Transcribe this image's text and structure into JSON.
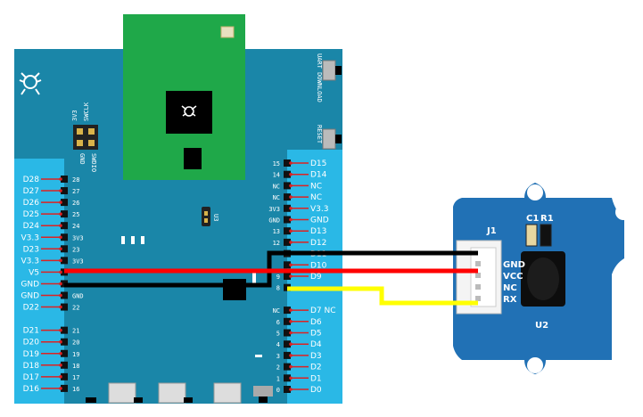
{
  "board": {
    "left_pins": [
      {
        "label": "D28",
        "silk": "28"
      },
      {
        "label": "D27",
        "silk": "27"
      },
      {
        "label": "D26",
        "silk": "26"
      },
      {
        "label": "D25",
        "silk": "25"
      },
      {
        "label": "D24",
        "silk": "24"
      },
      {
        "label": "V3.3",
        "silk": "3V3"
      },
      {
        "label": "D23",
        "silk": "23"
      },
      {
        "label": "V3.3",
        "silk": "3V3"
      },
      {
        "label": "V5",
        "silk": ""
      },
      {
        "label": "GND",
        "silk": ""
      },
      {
        "label": "GND",
        "silk": "GND"
      },
      {
        "label": "D22",
        "silk": "22"
      },
      {
        "label": "",
        "silk": ""
      },
      {
        "label": "D21",
        "silk": "21"
      },
      {
        "label": "D20",
        "silk": "20"
      },
      {
        "label": "D19",
        "silk": "19"
      },
      {
        "label": "D18",
        "silk": "18"
      },
      {
        "label": "D17",
        "silk": "17"
      },
      {
        "label": "D16",
        "silk": "16"
      }
    ],
    "right_pins": [
      {
        "label": "D15",
        "silk": "15"
      },
      {
        "label": "D14",
        "silk": "14"
      },
      {
        "label": "NC",
        "silk": "NC"
      },
      {
        "label": "NC",
        "silk": "NC"
      },
      {
        "label": "V3.3",
        "silk": "3V3"
      },
      {
        "label": "GND",
        "silk": "GND"
      },
      {
        "label": "D13",
        "silk": "13"
      },
      {
        "label": "D12",
        "silk": "12"
      },
      {
        "label": "D11",
        "silk": ""
      },
      {
        "label": "D10",
        "silk": ""
      },
      {
        "label": "D9",
        "silk": "9"
      },
      {
        "label": "",
        "silk": "8"
      },
      {
        "label": "",
        "silk": ""
      },
      {
        "label": "D7 NC",
        "silk": "NC"
      },
      {
        "label": "D6",
        "silk": "6"
      },
      {
        "label": "D5",
        "silk": "5"
      },
      {
        "label": "D4",
        "silk": "4"
      },
      {
        "label": "D3",
        "silk": "3"
      },
      {
        "label": "D2",
        "silk": "2"
      },
      {
        "label": "D1",
        "silk": "1"
      },
      {
        "label": "D0",
        "silk": "0"
      }
    ],
    "swd_top": [
      "3V3",
      "SWCLK"
    ],
    "swd_bottom": [
      "GND",
      "SWDIO"
    ],
    "uart_label": "UART DOWNLOAD",
    "reset_label": "RESET",
    "ic_label": "U3"
  },
  "module": {
    "pins": [
      "GND",
      "VCC",
      "NC",
      "RX"
    ],
    "connector_label": "J1",
    "cap_label": "C1",
    "res_label": "R1",
    "chip_label": "U2"
  },
  "colors": {
    "board": "#1a86a8",
    "board_edge": "#2ab8e6",
    "wifi_module": "#1fa849",
    "module_pcb": "#2171b5",
    "wire_black": "#000000",
    "wire_red": "#ff0000",
    "wire_yellow": "#ffff00"
  }
}
